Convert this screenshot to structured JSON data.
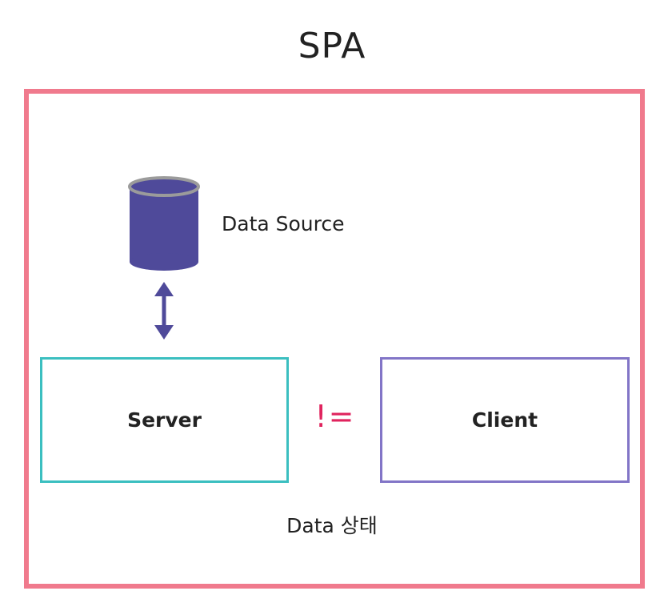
{
  "title": "SPA",
  "data_source": {
    "icon": "database-icon",
    "label": "Data Source"
  },
  "arrow": {
    "icon": "double-arrow-vertical-icon"
  },
  "server": {
    "label": "Server"
  },
  "operator": "!=",
  "client": {
    "label": "Client"
  },
  "caption": "Data 상태",
  "colors": {
    "frame": "#f07a8d",
    "server_border": "#3bbfc0",
    "client_border": "#8275c7",
    "database_fill": "#4f4a9a",
    "database_rim": "#9b9b9b",
    "arrow": "#4f4a9a",
    "operator": "#e0245e"
  }
}
